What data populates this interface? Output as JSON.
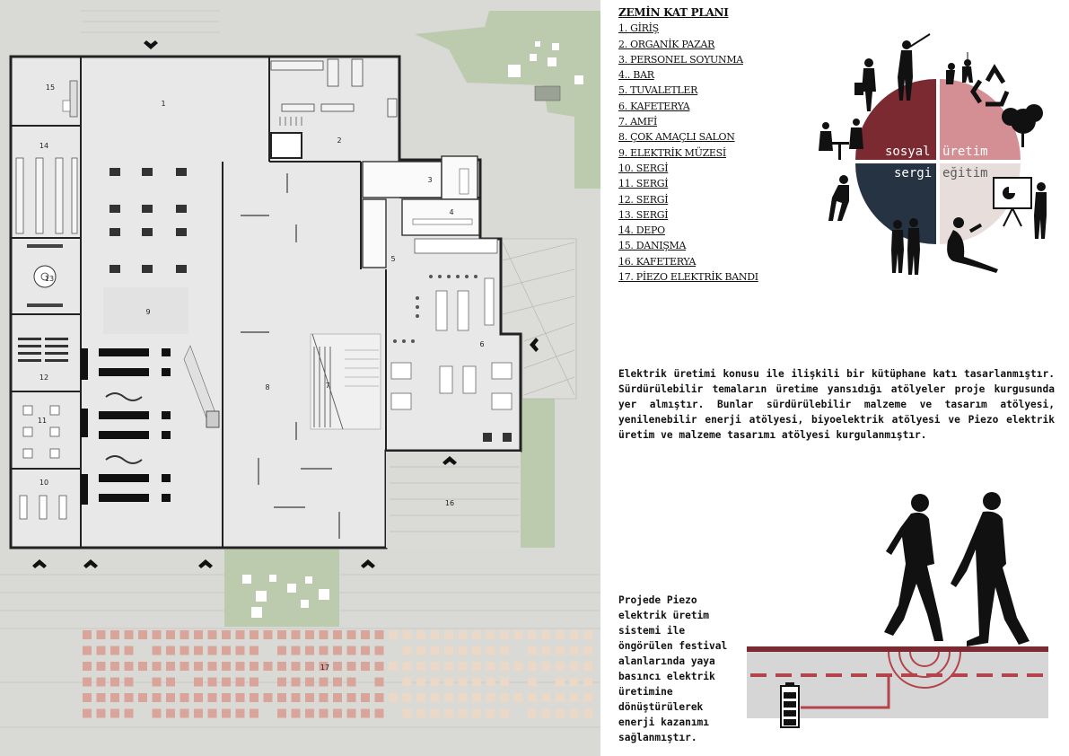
{
  "legend": {
    "title": "ZEMİN KAT PLANI",
    "items": [
      "1. GİRİŞ",
      "2. ORGANİK PAZAR",
      "3. PERSONEL SOYUNMA",
      "4.. BAR",
      "5. TUVALETLER",
      "6. KAFETERYA",
      "7. AMFİ",
      "8. ÇOK AMAÇLI SALON",
      "9. ELEKTRİK MÜZESİ",
      "10. SERGİ",
      "11. SERGİ",
      "12. SERGİ",
      "13. SERGİ",
      "14. DEPO",
      "15. DANIŞMA",
      "16. KAFETERYA",
      "17. PİEZO ELEKTRİK BANDI"
    ]
  },
  "room_numbers": [
    "1",
    "2",
    "3",
    "4",
    "5",
    "6",
    "7",
    "8",
    "9",
    "10",
    "11",
    "12",
    "13",
    "14",
    "15",
    "16",
    "17"
  ],
  "diagram": {
    "quadrants": [
      {
        "label": "sosyal",
        "color": "#7a2a30"
      },
      {
        "label": "üretim",
        "color": "#d38f93"
      },
      {
        "label": "sergi",
        "color": "#253342"
      },
      {
        "label": "eğitim",
        "color": "#e7dedb"
      }
    ]
  },
  "description": "Elektrik üretimi konusu ile ilişkili bir kütüphane katı tasarlanmıştır. Sürdürülebilir temaların üretime yansıdığı atölyeler proje kurgusunda yer almıştır. Bunlar sürdürülebilir malzeme ve tasarım atölyesi, yenilenebilir enerji atölyesi, biyoelektrik atölyesi ve Piezo elektrik üretim ve malzeme tasarımı atölyesi kurgulanmıştır.",
  "piezo_text": "Projede Piezo elektrik üretim sistemi ile öngörülen festival alanlarında yaya basıncı elektrik üretimine dönüştürülerek enerji kazanımı sağlanmıştır.",
  "colors": {
    "plan_floor": "#e9e9e9",
    "site": "#d8d8d4",
    "green": "#b9c8ad",
    "piezo_red": "#b5444a",
    "wall": "#222222"
  }
}
